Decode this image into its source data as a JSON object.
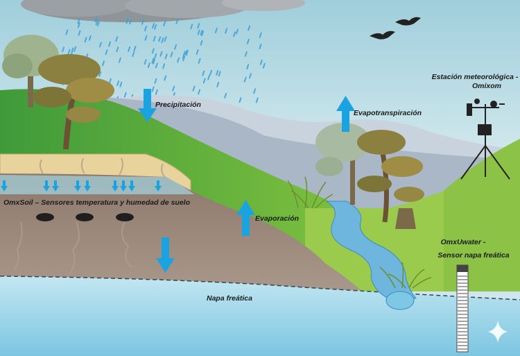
{
  "labels": {
    "precipitation": "Precipitación",
    "evapotranspiration": "Evapotranspiración",
    "station_line1": "Estación meteorológica -",
    "station_line2": "Omixom",
    "omxsoil": "OmxSoil – Sensores temperatura y humedad de suelo",
    "evaporation": "Evaporación",
    "omxuwater_line1": "OmxUwater -",
    "omxuwater_line2": "Sensor napa freática",
    "water_table": "Napa freática"
  },
  "colors": {
    "sky_top": "#a9d3df",
    "sky_bottom": "#e4f0f2",
    "arrow_blue": "#1aa3e0",
    "hill_green": "#5fb33c",
    "light_green": "#93c74a",
    "soil_brown": "#8a7668",
    "soil_sand": "#e9d39a",
    "water_table": "#8fd0e6",
    "river": "#6fb6de"
  }
}
